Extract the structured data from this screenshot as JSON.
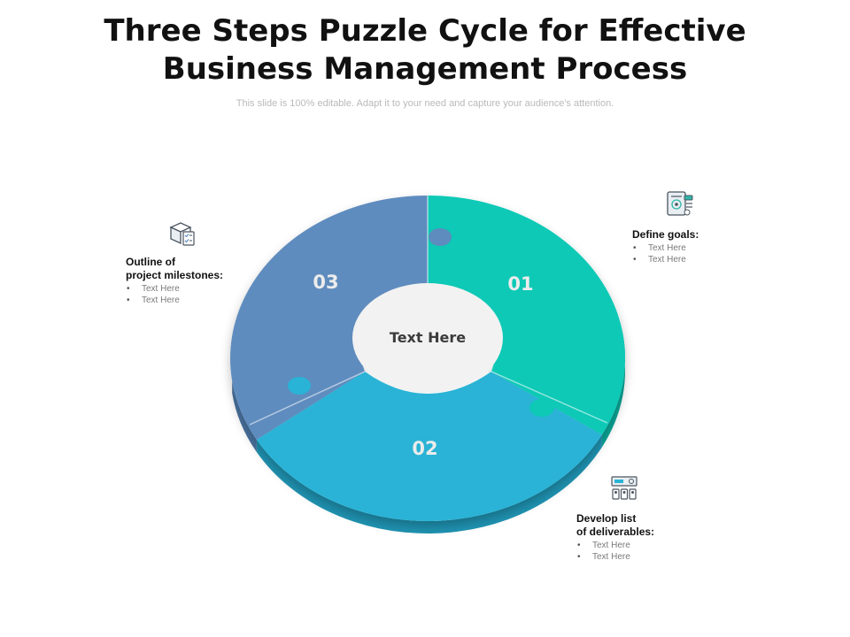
{
  "slide": {
    "title_line1": "Three Steps Puzzle Cycle for Effective",
    "title_line2": "Business Management Process",
    "subtitle": "This slide is 100% editable. Adapt it to your need and capture your audience's attention."
  },
  "colors": {
    "step1": "#0dc9b6",
    "step2": "#29b3d6",
    "step3": "#5e8cbe",
    "center": "#f2f2f2"
  },
  "puzzle": {
    "center_label": "Text Here",
    "segments": [
      {
        "number": "01",
        "color": "#0dc9b6"
      },
      {
        "number": "02",
        "color": "#29b3d6"
      },
      {
        "number": "03",
        "color": "#5e8cbe"
      }
    ]
  },
  "callouts": {
    "define": {
      "heading_line1": "Define goals:",
      "bullets": [
        "Text Here",
        "Text Here"
      ],
      "icon": "goal-document-icon"
    },
    "deliverables": {
      "heading_line1": "Develop list",
      "heading_line2": "of deliverables:",
      "bullets": [
        "Text Here",
        "Text Here"
      ],
      "icon": "deliverables-list-icon"
    },
    "milestones": {
      "heading_line1": "Outline of",
      "heading_line2": "project milestones:",
      "bullets": [
        "Text Here",
        "Text Here"
      ],
      "icon": "box-checklist-icon"
    }
  }
}
